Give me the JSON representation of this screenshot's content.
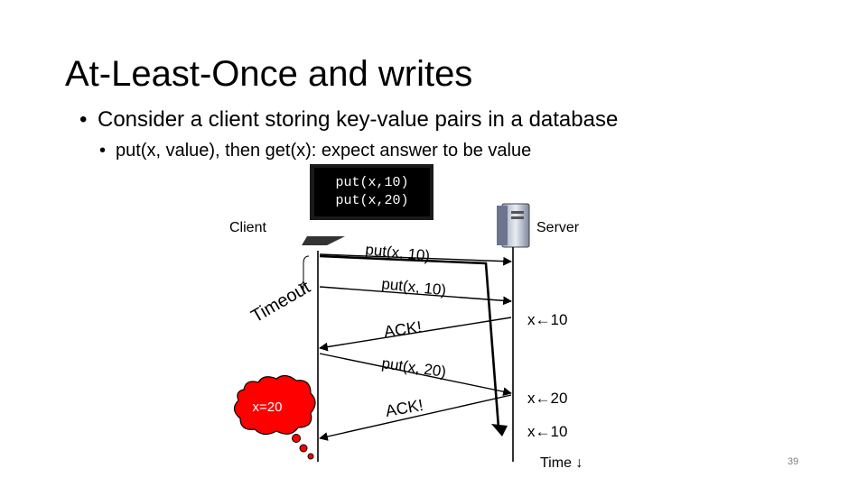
{
  "slide": {
    "title": "At-Least-Once and writes",
    "bullet1": "Consider a client storing key-value pairs in a database",
    "bullet2": "put(x, value), then get(x): expect answer to be value",
    "bullet_glyph": "•",
    "page_number": "39"
  },
  "diagram": {
    "client_label": "Client",
    "server_label": "Server",
    "screen_line1": "put(x,10)",
    "screen_line2": "put(x,20)",
    "timeout_label": "Timeout",
    "msg_put1_a": "put(x, 10)",
    "msg_put1_b": "put(x, 10)",
    "msg_ack1": "ACK!",
    "msg_put2": "put(x, 20)",
    "msg_ack2": "ACK!",
    "server_state1": "x←10",
    "server_state2": "x←20",
    "server_state3": "x←10",
    "thought": "x=20",
    "time_label": "Time ↓",
    "colors": {
      "thought_fill": "#ff0000",
      "arrow": "#000000",
      "screen": "#000000"
    }
  }
}
